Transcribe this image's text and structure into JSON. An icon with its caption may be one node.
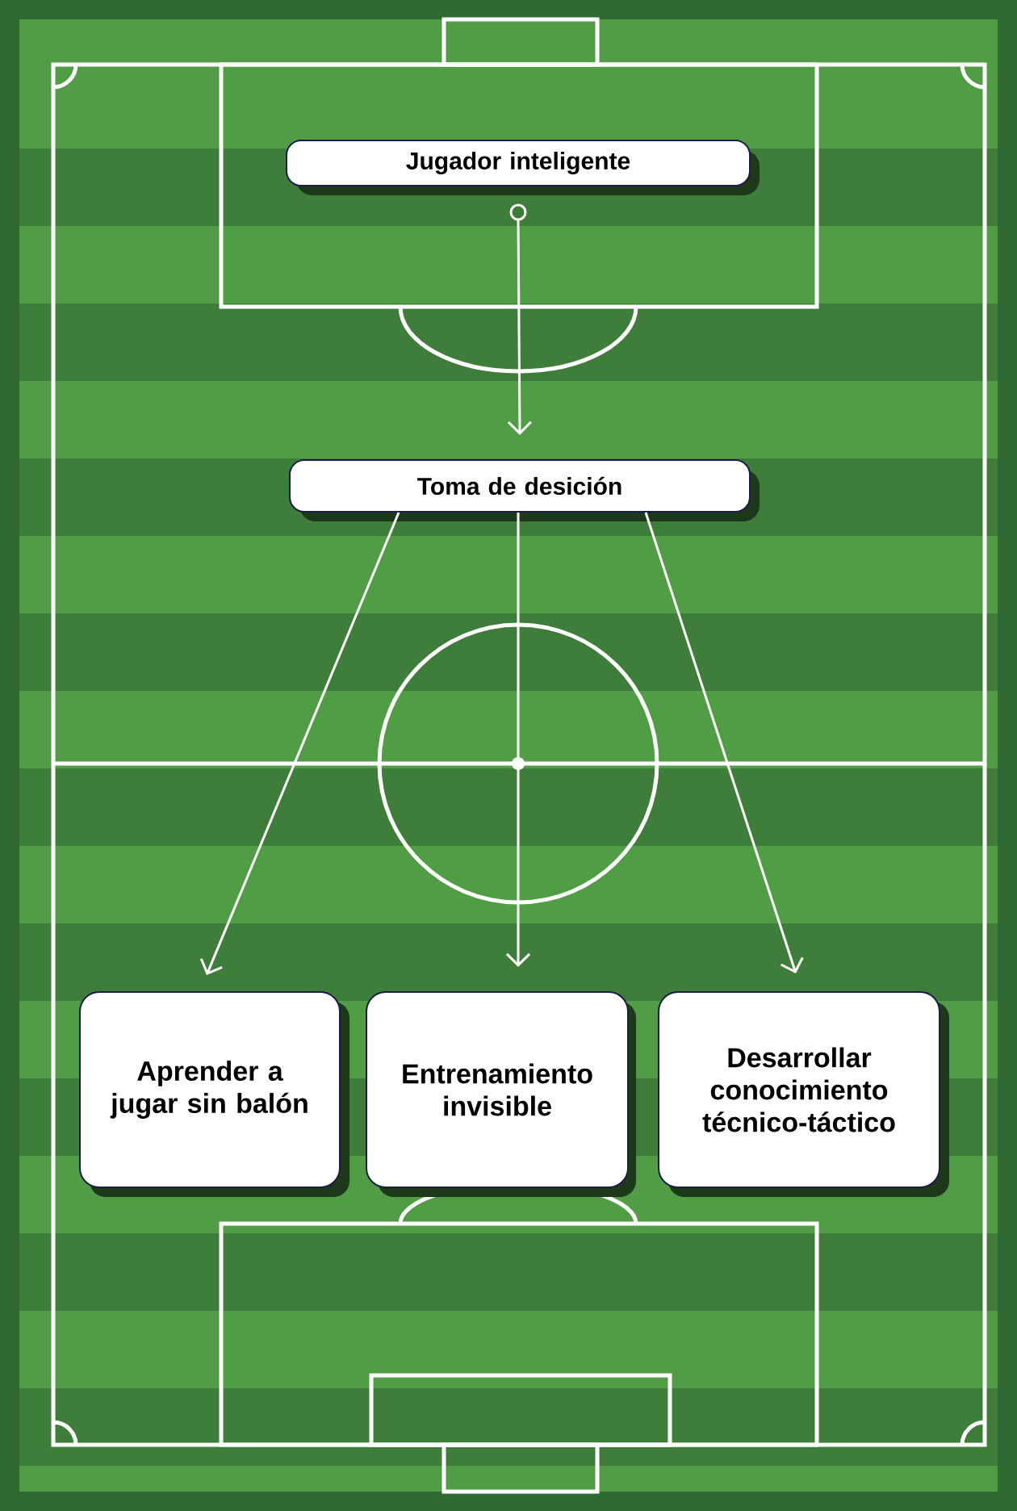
{
  "diagram": {
    "nodes": [
      {
        "text": [
          "Jugador inteligente"
        ]
      },
      {
        "text": [
          "Toma de desición"
        ]
      },
      {
        "text": [
          "Aprender a jugar sin balón"
        ]
      },
      {
        "text": [
          "Entrenamiento invisible"
        ]
      },
      {
        "text": [
          "Desarrollar conocimiento técnico-táctico"
        ]
      }
    ],
    "edges": [
      {
        "from": 0,
        "to": 1,
        "arrow": "to"
      },
      {
        "from": 1,
        "to": 2,
        "arrow": "to"
      },
      {
        "from": 1,
        "to": 3,
        "arrow": "to"
      },
      {
        "from": 1,
        "to": 4,
        "arrow": "to"
      }
    ]
  }
}
